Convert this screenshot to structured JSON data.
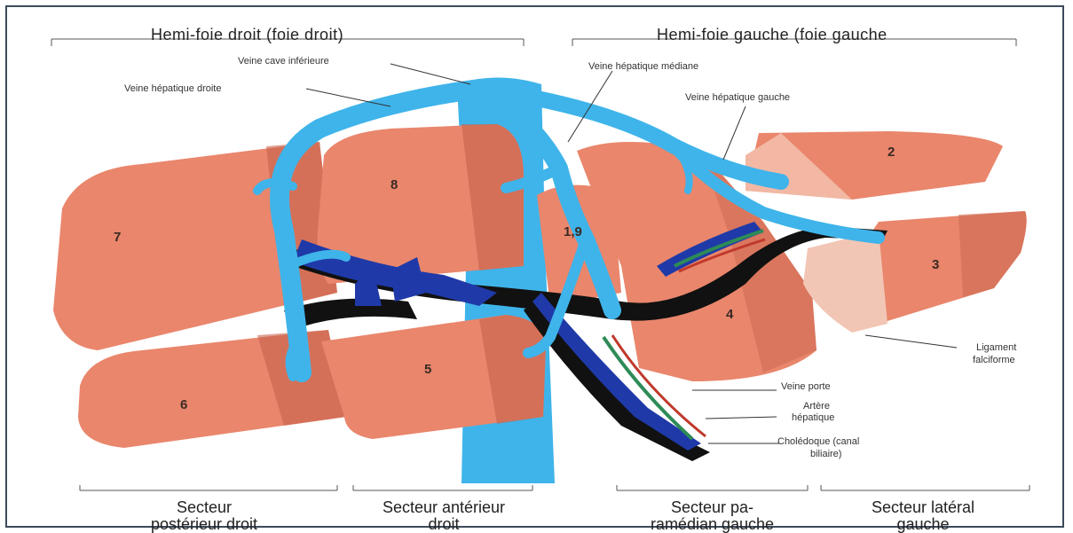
{
  "headers": {
    "right_liver": "Hemi-foie droit (foie droit)",
    "left_liver": "Hemi-foie gauche (foie gauche"
  },
  "labels": {
    "ivc": "Veine cave inférieure",
    "right_hepatic_vein": "Veine hépatique droite",
    "middle_hepatic_vein": "Veine hépatique médiane",
    "left_hepatic_vein": "Veine hépatique gauche",
    "falciform_ligament_line1": "Ligament",
    "falciform_ligament_line2": "falciforme",
    "portal_vein": "Veine porte",
    "hepatic_artery_line1": "Artère",
    "hepatic_artery_line2": "hépatique",
    "bile_duct_line1": "Cholédoque (canal",
    "bile_duct_line2": "biliaire)"
  },
  "segments": {
    "s1": "1,9",
    "s2": "2",
    "s3": "3",
    "s4": "4",
    "s5": "5",
    "s6": "6",
    "s7": "7",
    "s8": "8"
  },
  "sectors": {
    "right_posterior_line1": "Secteur",
    "right_posterior_line2": "postérieur droit",
    "right_anterior_line1": "Secteur antérieur",
    "right_anterior_line2": "droit",
    "left_paramedian_line1": "Secteur pa-",
    "left_paramedian_line2": "ramédian gauche",
    "left_lateral_line1": "Secteur latéral",
    "left_lateral_line2": "gauche"
  },
  "colors": {
    "liver": "#e9866c",
    "liver_dark": "#c8634b",
    "vein": "#3fb4ea",
    "portal": "#1f3aa8",
    "artery": "#c0392b",
    "bile": "#2e8b57",
    "border": "#3d4a5c"
  }
}
